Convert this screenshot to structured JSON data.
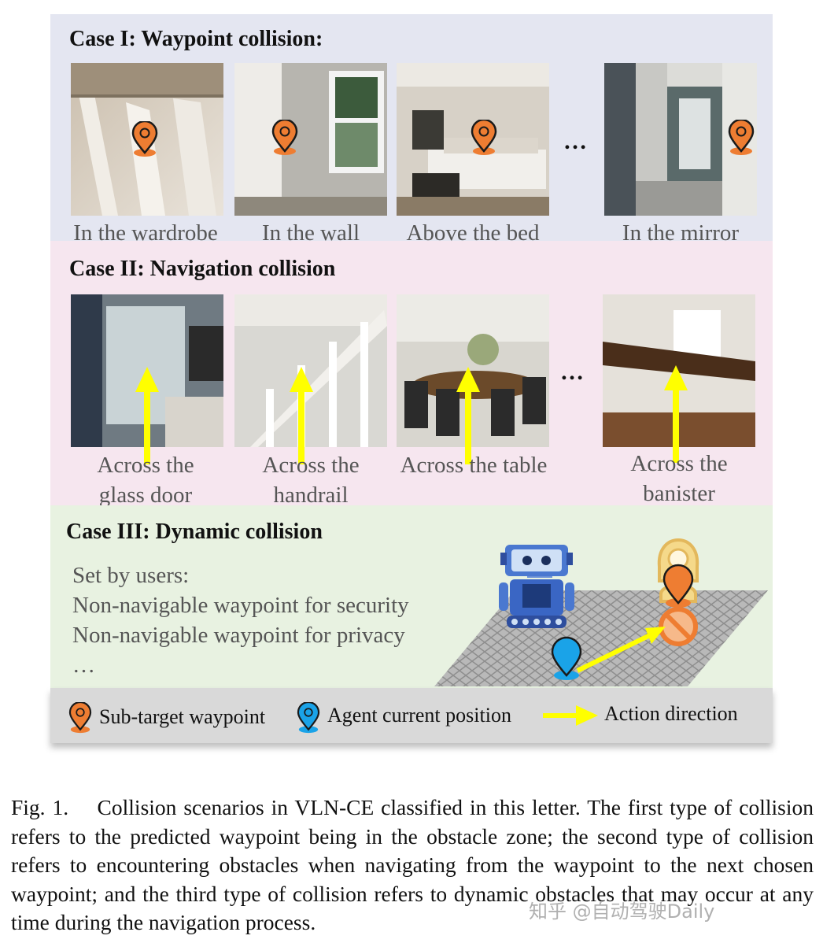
{
  "case1": {
    "title": "Case I: Waypoint collision:",
    "captions": [
      "In the wardrobe",
      "In the wall",
      "Above the bed",
      "In the mirror"
    ],
    "ellipsis": "…"
  },
  "case2": {
    "title": "Case II: Navigation collision",
    "captions": [
      {
        "line1": "Across the",
        "line2": "glass door"
      },
      {
        "line1": "Across the",
        "line2": "handrail"
      },
      {
        "line1": "Across the table",
        "line2": ""
      },
      {
        "line1": "Across the",
        "line2": "banister"
      }
    ],
    "ellipsis": "…"
  },
  "case3": {
    "title": "Case III: Dynamic collision",
    "lines": [
      "Set by users:",
      "Non-navigable waypoint for security",
      "Non-navigable waypoint for privacy",
      "…"
    ]
  },
  "legend": {
    "subtarget": "Sub-target waypoint",
    "agent": "Agent current position",
    "action": "Action direction"
  },
  "caption": {
    "text": "Fig. 1.  Collision scenarios in VLN-CE classified in this letter. The first type of collision refers to the predicted waypoint being in the obstacle zone; the second type of collision refers to encountering obstacles when navigating from the waypoint to the next chosen waypoint; and the third type of collision refers to dynamic obstacles that may occur at any time during the navigation process."
  },
  "watermark": "知乎 @自动驾驶Daily",
  "colors": {
    "orange_pin": "#ee7d32",
    "blue_pin": "#1aa3e8",
    "arrow_yellow": "#ffff00",
    "panel1_bg": "#e4e6f1",
    "panel2_bg": "#f6e6ef",
    "panel3_bg": "#e8f2e1",
    "legend_bg": "#d9d9d9"
  }
}
